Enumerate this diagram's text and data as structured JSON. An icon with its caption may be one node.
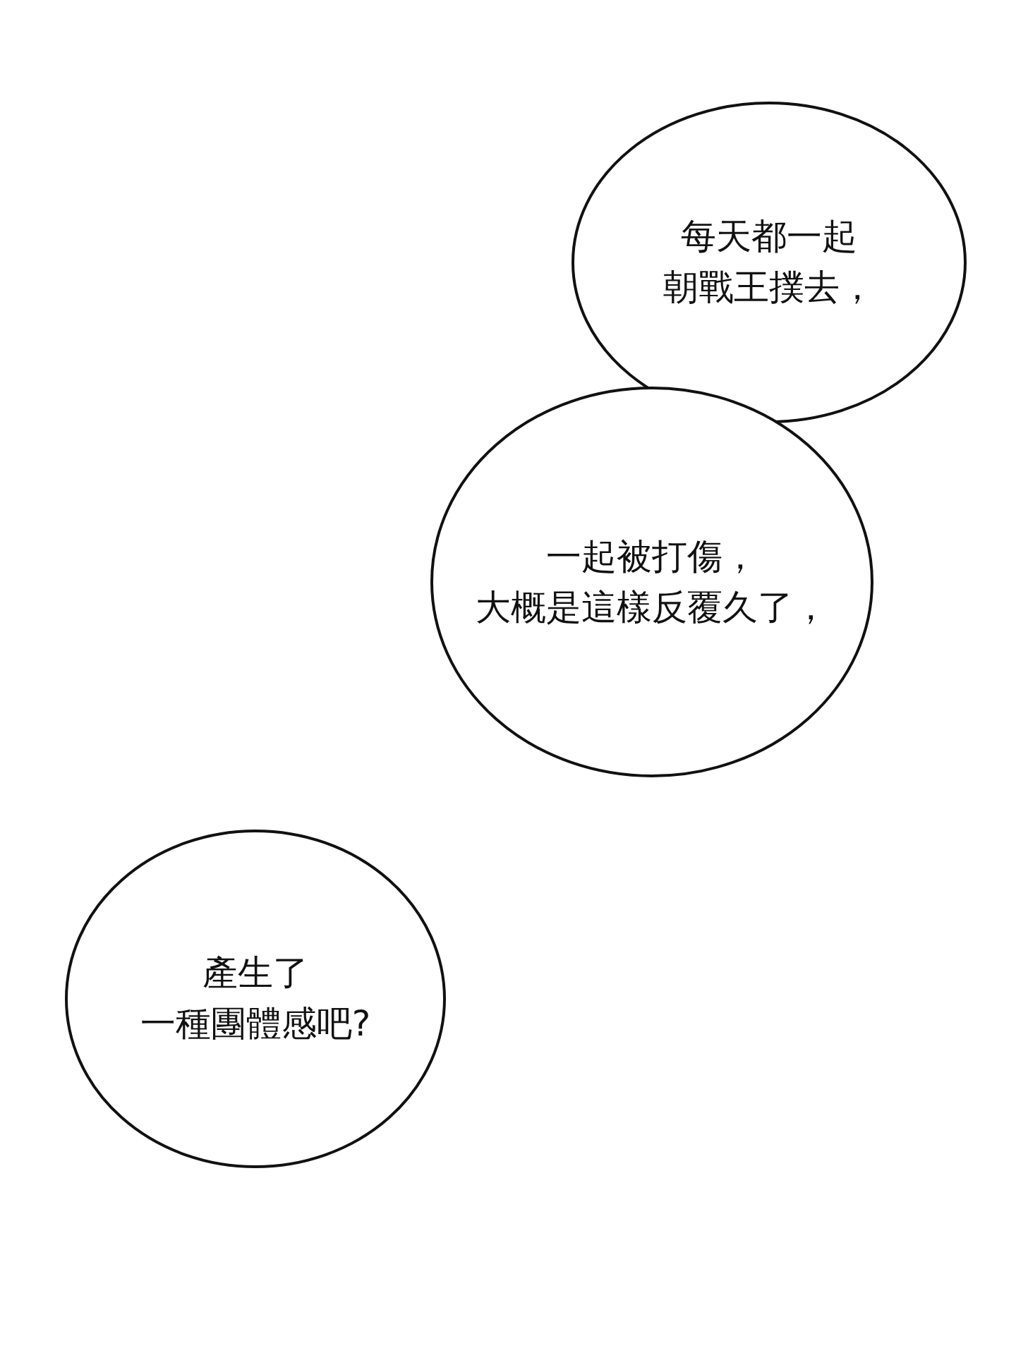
{
  "diagram": {
    "nodes": [
      {
        "text": [
          "每天都一起朝戰王撲去，"
        ]
      },
      {
        "text": [
          "一起被打傷，大概是這樣反覆久了，"
        ]
      },
      {
        "text": [
          "產生了一種團體感吧?"
        ]
      }
    ]
  }
}
